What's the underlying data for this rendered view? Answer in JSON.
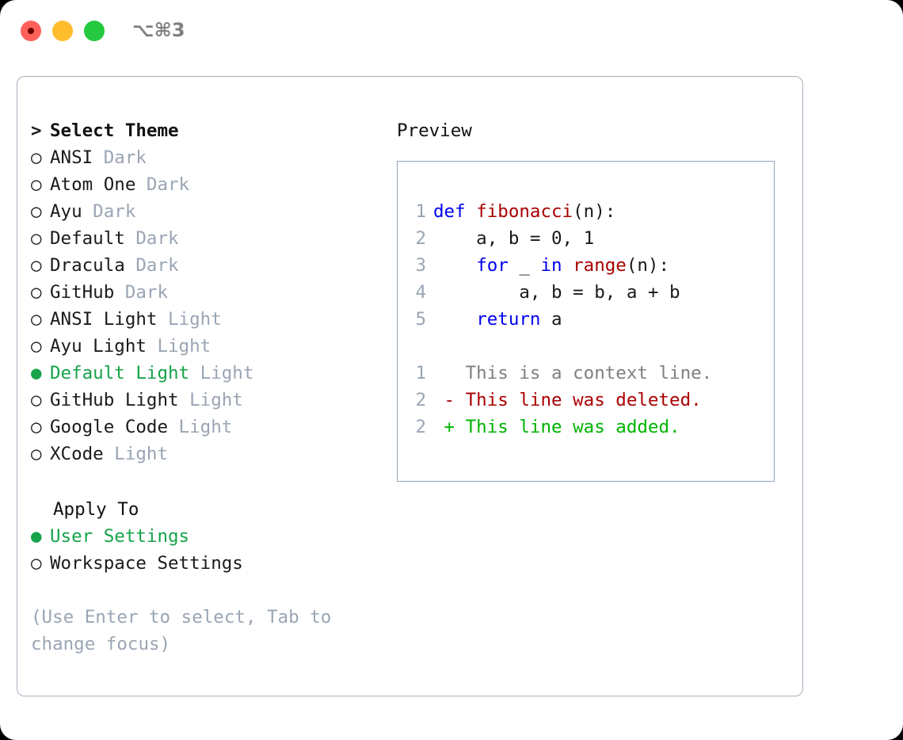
{
  "titlebar": {
    "shortcut": "⌥⌘3",
    "buttons": [
      {
        "name": "close",
        "color": "#ff6159"
      },
      {
        "name": "minimize",
        "color": "#ffbd2e"
      },
      {
        "name": "maximize",
        "color": "#25c93f"
      }
    ]
  },
  "theme_picker": {
    "header_prefix": "> ",
    "header": "Select Theme",
    "bullet_unselected": "○",
    "bullet_selected": "●",
    "items": [
      {
        "name": "ANSI",
        "tag": "Dark",
        "selected": false
      },
      {
        "name": "Atom One",
        "tag": "Dark",
        "selected": false
      },
      {
        "name": "Ayu",
        "tag": "Dark",
        "selected": false
      },
      {
        "name": "Default",
        "tag": "Dark",
        "selected": false
      },
      {
        "name": "Dracula",
        "tag": "Dark",
        "selected": false
      },
      {
        "name": "GitHub",
        "tag": "Dark",
        "selected": false
      },
      {
        "name": "ANSI Light",
        "tag": "Light",
        "selected": false
      },
      {
        "name": "Ayu Light",
        "tag": "Light",
        "selected": false
      },
      {
        "name": "Default Light",
        "tag": "Light",
        "selected": true
      },
      {
        "name": "GitHub Light",
        "tag": "Light",
        "selected": false
      },
      {
        "name": "Google Code",
        "tag": "Light",
        "selected": false
      },
      {
        "name": "XCode",
        "tag": "Light",
        "selected": false
      }
    ]
  },
  "apply_to": {
    "label": "Apply To",
    "options": [
      {
        "name": "User Settings",
        "selected": true
      },
      {
        "name": "Workspace Settings",
        "selected": false
      }
    ]
  },
  "hint": {
    "line1": "(Use Enter to select, Tab to",
    "line2": "change focus)"
  },
  "preview": {
    "label": "Preview",
    "code_lines": [
      {
        "num": "1",
        "tokens": [
          {
            "t": "def ",
            "c": "kw"
          },
          {
            "t": "fibonacci",
            "c": "fn"
          },
          {
            "t": "(n):",
            "c": "plain"
          }
        ]
      },
      {
        "num": "2",
        "tokens": [
          {
            "t": "    a, b = 0, 1",
            "c": "plain"
          }
        ]
      },
      {
        "num": "3",
        "tokens": [
          {
            "t": "    ",
            "c": "plain"
          },
          {
            "t": "for",
            "c": "kw"
          },
          {
            "t": " _ ",
            "c": "plain"
          },
          {
            "t": "in",
            "c": "kw"
          },
          {
            "t": " ",
            "c": "plain"
          },
          {
            "t": "range",
            "c": "fn"
          },
          {
            "t": "(n):",
            "c": "plain"
          }
        ]
      },
      {
        "num": "4",
        "tokens": [
          {
            "t": "        a, b = b, a + b",
            "c": "plain"
          }
        ]
      },
      {
        "num": "5",
        "tokens": [
          {
            "t": "    ",
            "c": "plain"
          },
          {
            "t": "return",
            "c": "kw"
          },
          {
            "t": " a",
            "c": "plain"
          }
        ]
      }
    ],
    "diff_lines": [
      {
        "num": "1",
        "marker": "  ",
        "text": "This is a context line.",
        "kind": "ctx"
      },
      {
        "num": "2",
        "marker": "- ",
        "text": "This line was deleted.",
        "kind": "del"
      },
      {
        "num": "2",
        "marker": "+ ",
        "text": "This line was added.",
        "kind": "add"
      }
    ]
  },
  "colors": {
    "selected_green": "#16a34a",
    "muted_gray": "#9aa5b4",
    "keyword_blue": "#0000ee",
    "function_red": "#a80000",
    "diff_add": "#00b300",
    "diff_del": "#aa0000",
    "border": "#a7b0bd"
  }
}
